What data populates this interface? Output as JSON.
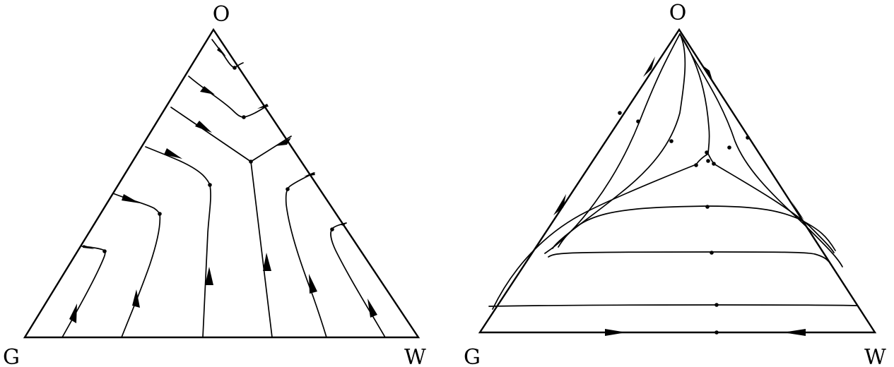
{
  "diagrams": [
    {
      "id": "left",
      "vertices": {
        "top": "O",
        "left": "G",
        "right": "W"
      }
    },
    {
      "id": "right",
      "vertices": {
        "top": "O",
        "left": "G",
        "right": "W"
      }
    }
  ],
  "colors": {
    "stroke": "#000000",
    "background": "#ffffff"
  }
}
